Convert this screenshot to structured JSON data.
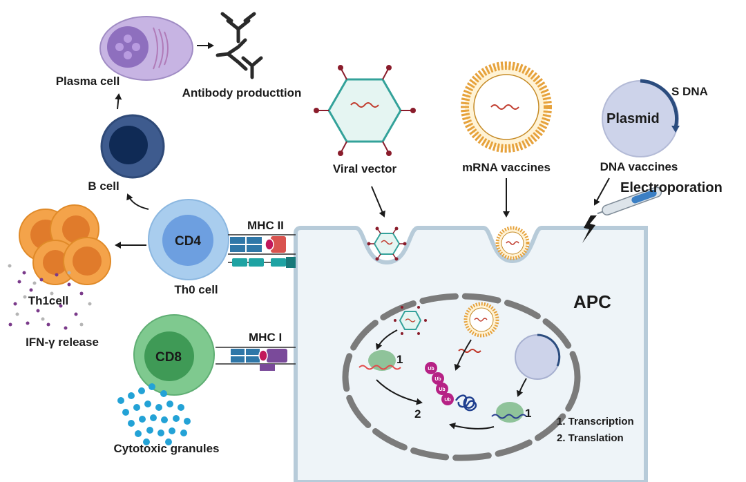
{
  "labels": {
    "plasma_cell": "Plasma cell",
    "antibody": "Antibody producttion",
    "b_cell": "B cell",
    "th1": "Th1cell",
    "ifn": "IFN-γ release",
    "cd4": "CD4",
    "th0": "Th0 cell",
    "mhc2": "MHC II",
    "cd8": "CD8",
    "mhc1": "MHC I",
    "cytotoxic": "Cytotoxic granules",
    "viral_vector": "Viral vector",
    "mrna": "mRNA vaccines",
    "dna": "DNA vaccines",
    "s_dna": "S DNA",
    "plasmid": "Plasmid",
    "electroporation": "Electroporation",
    "apc": "APC",
    "step1a": "1",
    "step1b": "1",
    "step2": "2",
    "legend1": "1. Transcription",
    "legend2": "2. Translation",
    "ub": "Ub"
  },
  "colors": {
    "apc_fill": "#eef4f8",
    "apc_edge": "#b7cbd9",
    "th0": "#a9cdee",
    "cd4": "#6d9fe0",
    "cd8_outer": "#7fc98f",
    "cd8_inner": "#3f9a56",
    "b_outer": "#2f4a78",
    "b_inner": "#0f2a55",
    "plasma": "#c7b4e3",
    "th1": "#f4a34a",
    "virus_fill": "#e5f5f2",
    "virus_edge": "#33a29a",
    "spike": "#8a1c2b",
    "lipid": "#e6a23c",
    "nuclear": "#7b7b7b",
    "granule": "#23a2d6"
  }
}
